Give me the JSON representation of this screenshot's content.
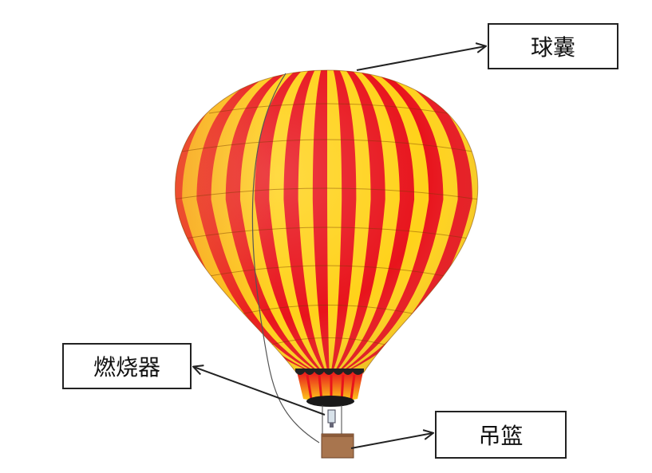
{
  "labels": {
    "envelope": "球囊",
    "burner": "燃烧器",
    "basket": "吊篮"
  },
  "colors": {
    "stripe_red": "#e8141c",
    "stripe_yellow": "#ffd21a",
    "shade_orange": "#f07a2a",
    "basket_brown": "#a8754e",
    "line_dark": "#222222"
  },
  "icons": {
    "balloon": "hot-air-balloon-illustration",
    "arrows": "arrow-icon"
  }
}
